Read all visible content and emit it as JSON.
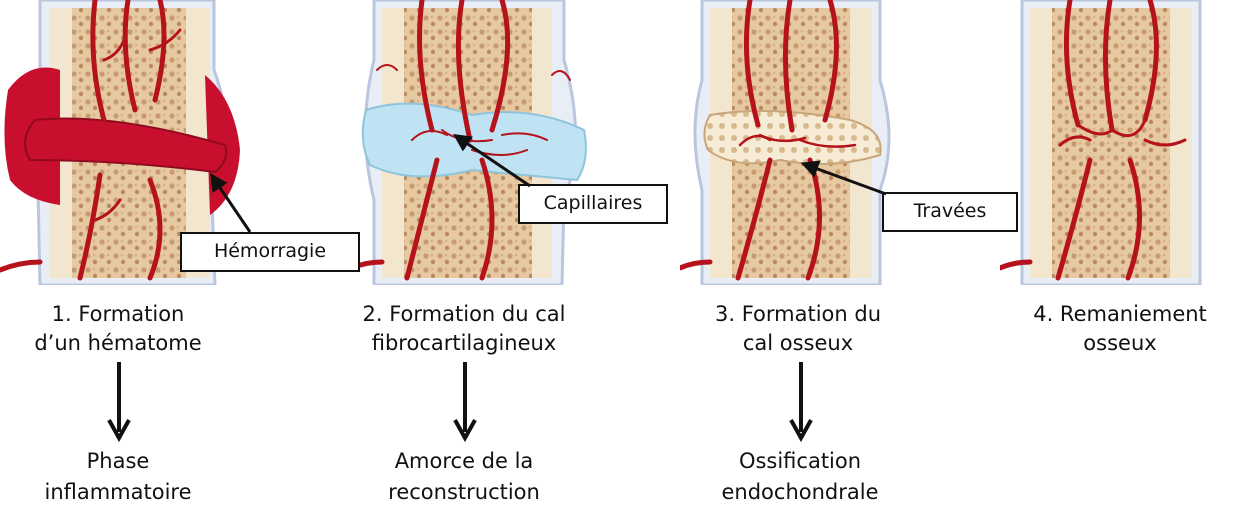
{
  "stages": [
    {
      "caption_line1": "1. Formation",
      "caption_line2": "d’un hématome",
      "result_line1": "Phase",
      "result_line2": "inflammatoire"
    },
    {
      "caption_line1": "2. Formation du cal",
      "caption_line2": "fibrocartilagineux",
      "result_line1": "Amorce de la",
      "result_line2": "reconstruction"
    },
    {
      "caption_line1": "3. Formation du",
      "caption_line2": "cal osseux",
      "result_line1": "Ossification",
      "result_line2": "endochondrale"
    },
    {
      "caption_line1": "4. Remaniement",
      "caption_line2": "osseux"
    }
  ],
  "callouts": {
    "hemorrhage": "Hémorragie",
    "capillaries": "Capillaires",
    "trabeculae": "Travées"
  },
  "colors": {
    "hematoma": "#c8102e",
    "vessel": "#b5121b",
    "spongy_bone": "#e9cba3",
    "cortical_bone": "#f3e6cf",
    "periosteum": "#b9c6dd",
    "fibrocartilage": "#bfe3f2"
  }
}
